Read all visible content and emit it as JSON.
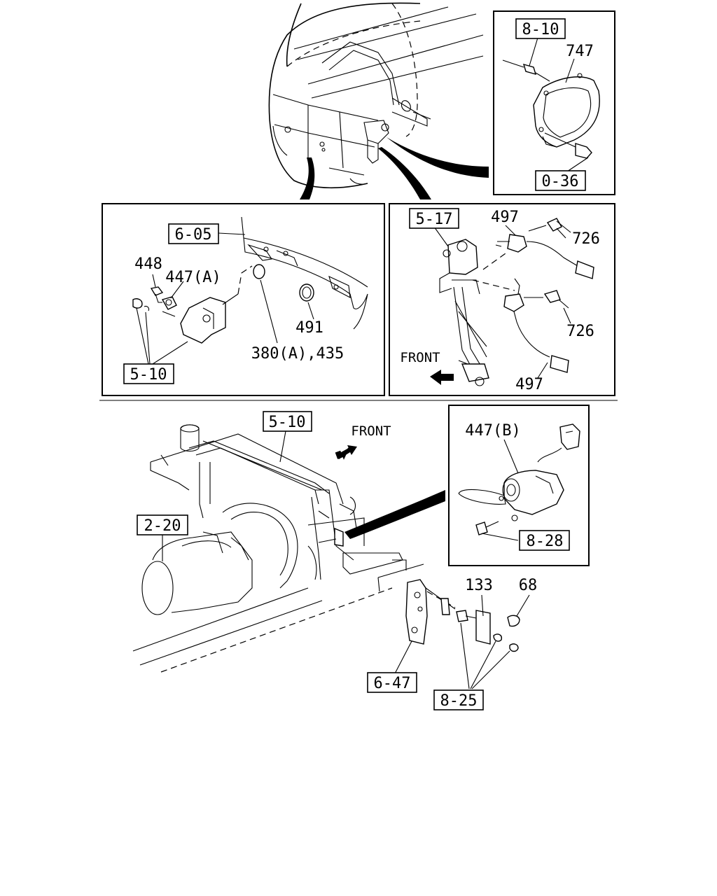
{
  "labels": {
    "top_ref_8_10": "8-10",
    "top_747": "747",
    "top_ref_0_36": "0-36",
    "left_ref_6_05": "6-05",
    "left_448": "448",
    "left_447a": "447(A)",
    "left_491": "491",
    "left_380a_435": "380(A),435",
    "left_ref_5_10": "5-10",
    "right_ref_5_17": "5-17",
    "right_497_top": "497",
    "right_726_top": "726",
    "right_726_bottom": "726",
    "right_front": "FRONT",
    "right_497_bottom": "497",
    "bottom_ref_5_10": "5-10",
    "bottom_front": "FRONT",
    "bottom_ref_2_20": "2-20",
    "bottom_447b": "447(B)",
    "bottom_ref_8_28": "8-28",
    "bottom_133": "133",
    "bottom_68": "68",
    "bottom_ref_6_47": "6-47",
    "bottom_ref_8_25": "8-25"
  }
}
